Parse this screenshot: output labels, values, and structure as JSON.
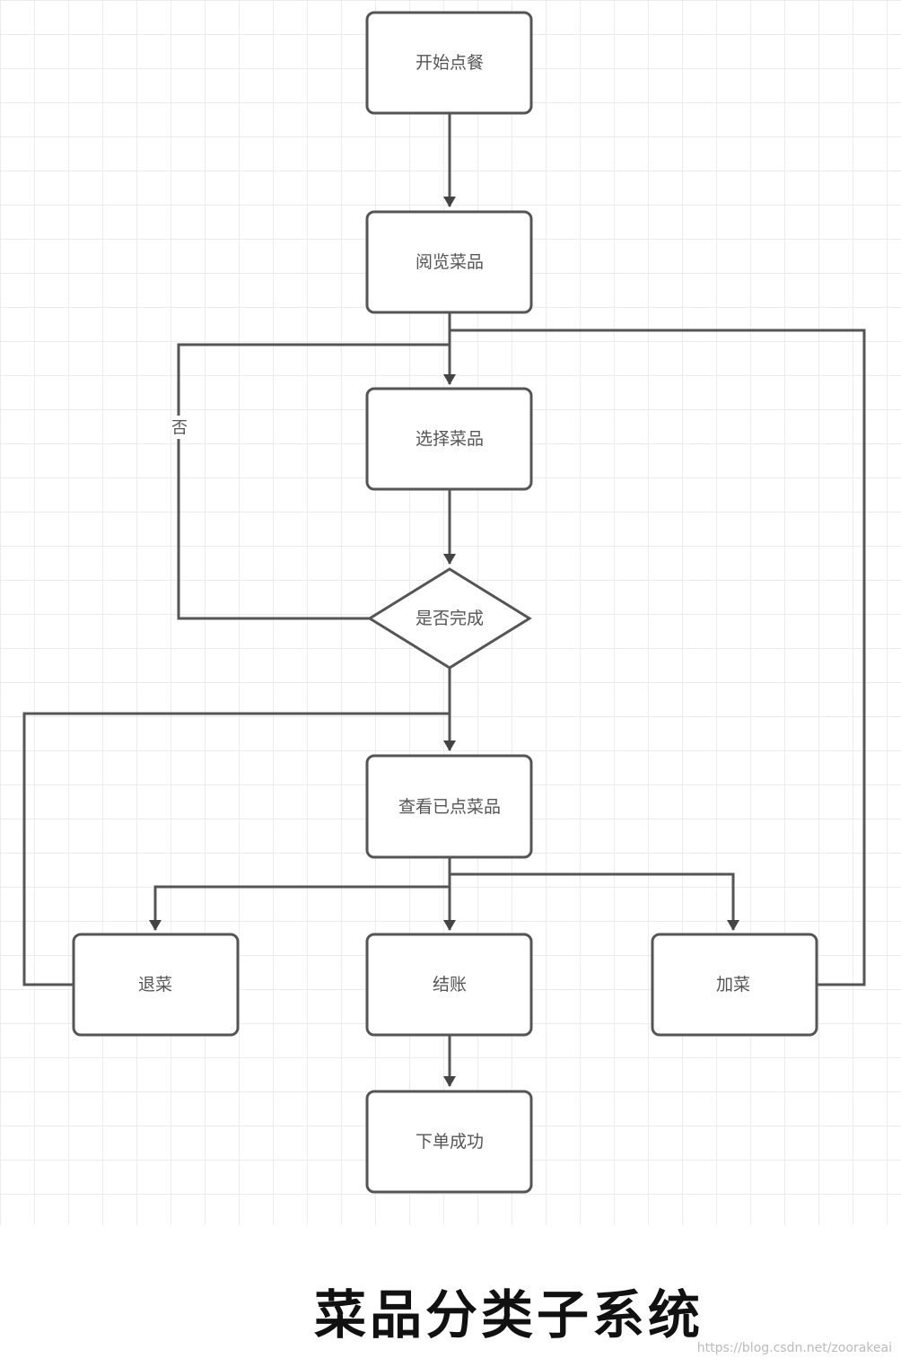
{
  "diagram": {
    "nodes": {
      "start": "开始点餐",
      "browse": "阅览菜品",
      "select": "选择菜品",
      "done_check": "是否完成",
      "view_ordered": "查看已点菜品",
      "remove_dish": "退菜",
      "checkout": "结账",
      "add_dish": "加菜",
      "order_success": "下单成功"
    },
    "edge_labels": {
      "no": "否"
    },
    "colors": {
      "grid": "#e6e6e6",
      "stroke": "#555555",
      "node_fill": "#ffffff"
    }
  },
  "caption": "菜品分类子系统",
  "watermark": "https://blog.csdn.net/zoorakeai"
}
